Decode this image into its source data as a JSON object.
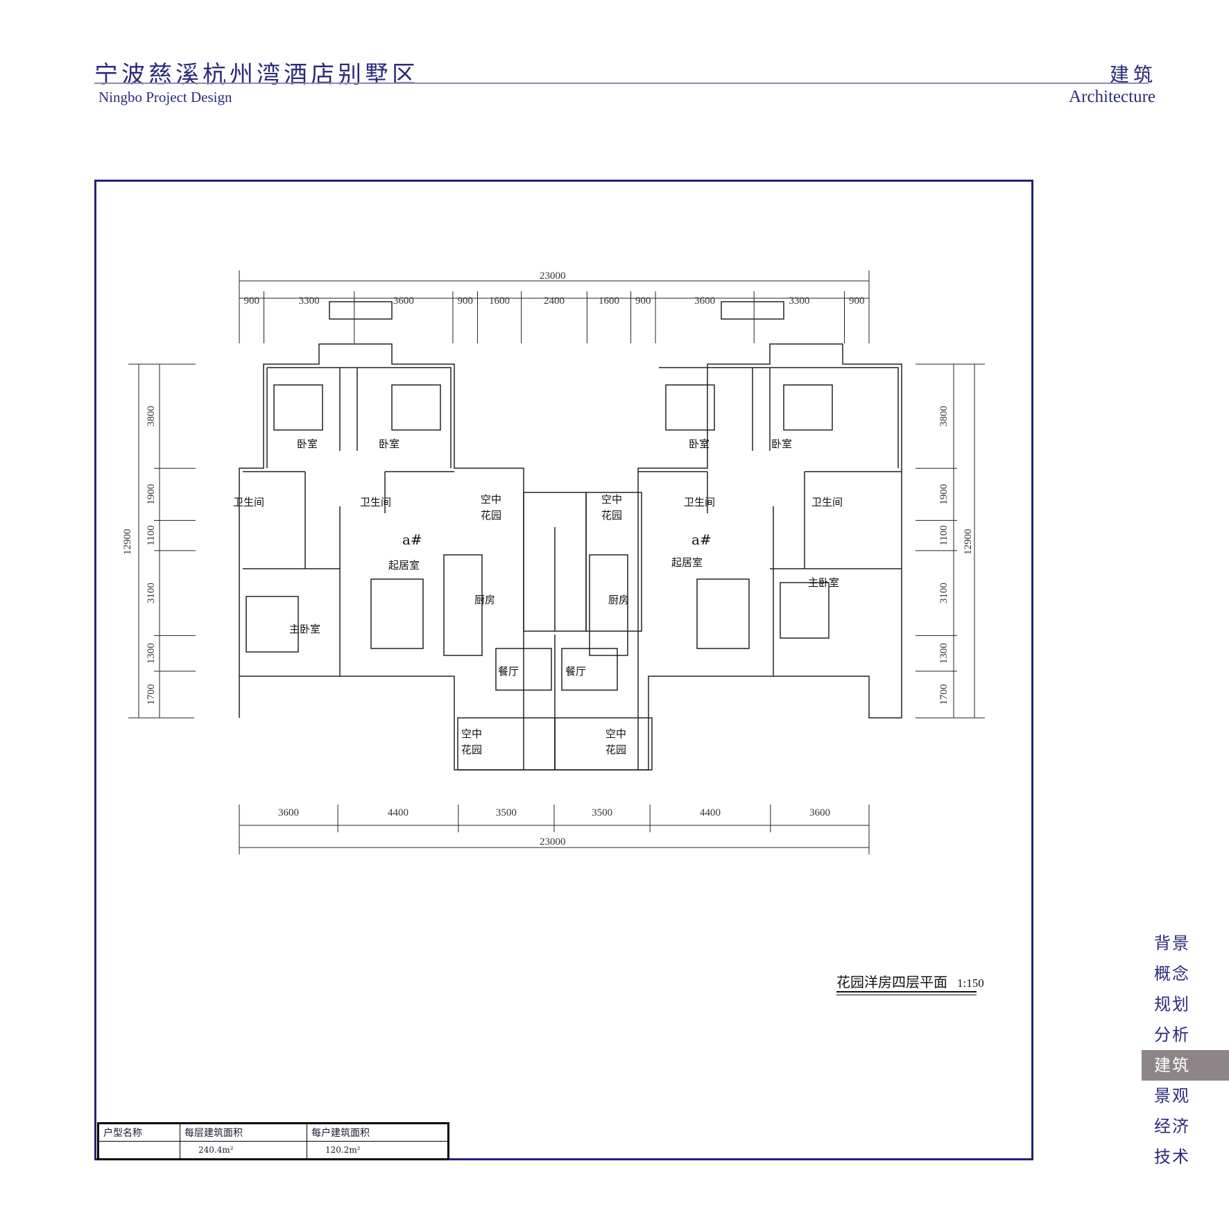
{
  "header": {
    "title": "宁波慈溪杭州湾酒店别墅区",
    "subtitle": "Ningbo Project Design",
    "section_cn": "建筑",
    "section_en": "Architecture"
  },
  "drawing": {
    "title": "花园洋房四层平面",
    "scale": "1:150",
    "unit_label": "a#",
    "dims_top_total": "23000",
    "dims_top": [
      "900",
      "3300",
      "3600",
      "900",
      "1600",
      "2400",
      "1600",
      "900",
      "3600",
      "3300",
      "900"
    ],
    "dims_bottom": [
      "3600",
      "4400",
      "3500",
      "3500",
      "4400",
      "3600"
    ],
    "dims_bottom_total": "23000",
    "dims_vertical": [
      "3800",
      "1900",
      "1100",
      "3100",
      "1300",
      "1700"
    ],
    "dims_vertical_total": "12900",
    "rooms": {
      "bedroom": "卧室",
      "bathroom": "卫生间",
      "sky_garden_1": "空中",
      "sky_garden_2": "花园",
      "living": "起居室",
      "master_bedroom": "主卧室",
      "kitchen": "厨房",
      "dining": "餐厅"
    }
  },
  "area_table": {
    "headers": [
      "户型名称",
      "每层建筑面积",
      "每户建筑面积"
    ],
    "row": [
      "",
      "240.4m²",
      "120.2m²"
    ]
  },
  "nav": {
    "items": [
      "背景",
      "概念",
      "规划",
      "分析",
      "建筑",
      "景观",
      "经济",
      "技术"
    ],
    "active": "建筑"
  }
}
